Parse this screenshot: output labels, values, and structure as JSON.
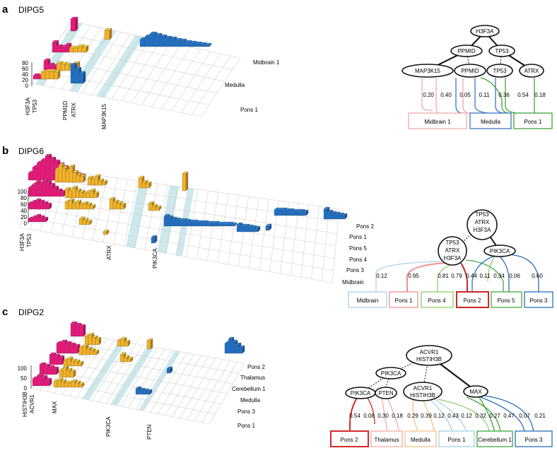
{
  "colors": {
    "magenta": "#e8177a",
    "orange": "#f5b325",
    "blue": "#1f6fc4",
    "pink": "#f08a8a",
    "red": "#d32a2a",
    "lightblue": "#9ccbe0",
    "green": "#3aa238",
    "lightgreen": "#8dcf6b",
    "darkblue": "#2b6fb6"
  },
  "panels": [
    {
      "letter": "a",
      "title": "DIPG5",
      "ytick_labels": [
        "80",
        "60",
        "40",
        "20",
        "0"
      ],
      "gene_labels": [
        "H3F3A",
        "TP53",
        "PPM1D",
        "ATRX",
        "MAP3K15"
      ],
      "region_labels": [
        "Midbrain 1",
        "Medulla",
        "Pons 1"
      ],
      "tree_nodes": [
        "H3F3A",
        "PPMID",
        "TP53",
        "MAP3K15",
        "PPMID",
        "TP53",
        "ATRX"
      ],
      "fractions": [
        "0.20",
        "0.40",
        "0.05",
        "0.11",
        "0.36",
        "0.54",
        "0.18"
      ],
      "samples": [
        "Midbrain 1",
        "Medulla",
        "Pons 1"
      ]
    },
    {
      "letter": "b",
      "title": "DIPG6",
      "ytick_labels": [
        "100",
        "80",
        "60",
        "40",
        "20",
        "0"
      ],
      "gene_labels": [
        "H3F3A",
        "TP53",
        "ATRX",
        "PIK3CA"
      ],
      "region_labels": [
        "Pons 2",
        "Pons 1",
        "Pons 5",
        "Pons 4",
        "Pons 3",
        "Midbrain"
      ],
      "tree_nodes": [
        "TP53",
        "ATRX",
        "H3F3A",
        "TP53",
        "ATRX",
        "H3F3A",
        "PIK3CA"
      ],
      "fractions": [
        "0.12",
        "0.95",
        "0.81",
        "0.79",
        "0.44",
        "0.11",
        "0.34",
        "0.06",
        "0.60"
      ],
      "samples": [
        "Midbrain",
        "Pons 1",
        "Pons 4",
        "Pons 2",
        "Pons 5",
        "Pons 3"
      ]
    },
    {
      "letter": "c",
      "title": "DIPG2",
      "ytick_labels": [
        "100",
        "50",
        "0"
      ],
      "gene_labels": [
        "HISTIH3B",
        "ACVR1",
        "MAX",
        "PIK3CA",
        "PTEN"
      ],
      "region_labels": [
        "Pons 2",
        "Thalamus",
        "Cerebellum 1",
        "Medulla",
        "Pons 3",
        "Pons 1"
      ],
      "tree_nodes": [
        "ACVR1",
        "HISTIH3B",
        "PIK3CA",
        "PIK3CA",
        "PTEN",
        "ACVR1",
        "HISTIH3B",
        "MAX"
      ],
      "fractions": [
        "0.54",
        "0.08",
        "0.30",
        "0.18",
        "0.29",
        "0.39",
        "0.12",
        "0.43",
        "0.12",
        "0.32",
        "0.27",
        "0.47",
        "0.07",
        "0.21"
      ],
      "samples": [
        "Pons 2",
        "Thalamus",
        "Medulla",
        "Pons 1",
        "Cerebellum 1",
        "Pons 3"
      ]
    }
  ]
}
